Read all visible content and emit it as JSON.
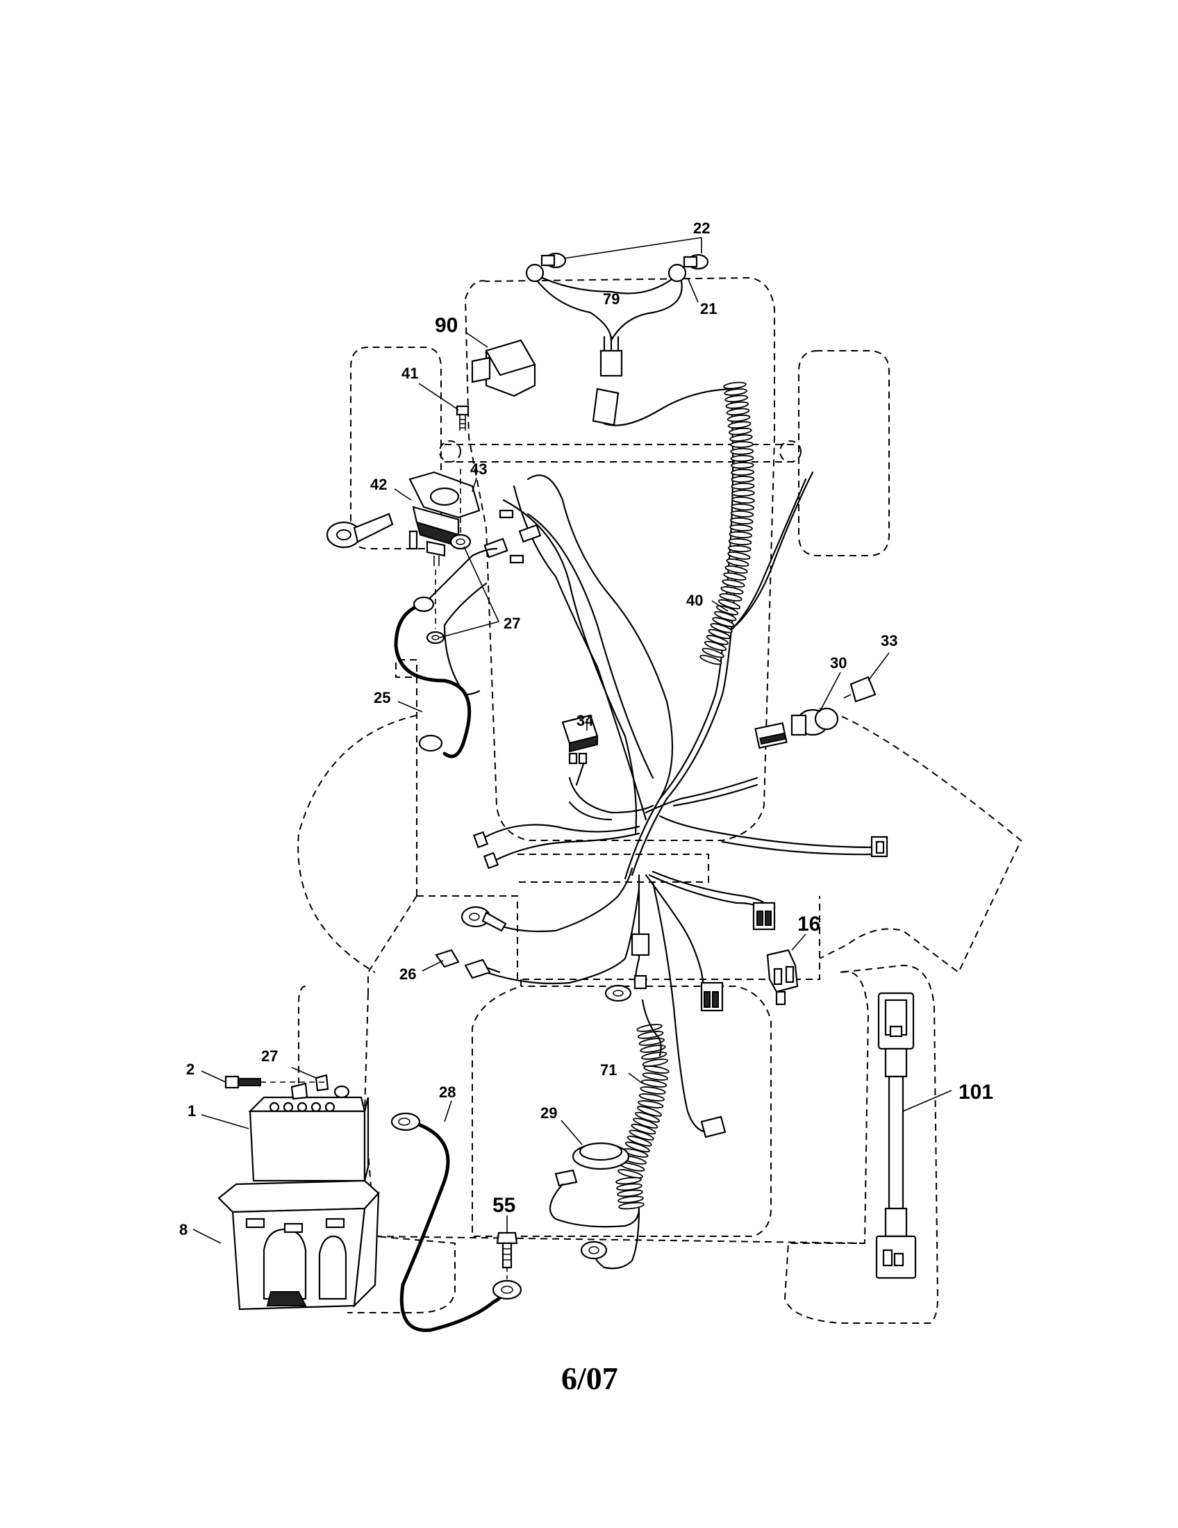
{
  "footer": {
    "date_code": "6/07"
  },
  "callouts": [
    {
      "id": "c22",
      "text": "22"
    },
    {
      "id": "c79",
      "text": "79"
    },
    {
      "id": "c21",
      "text": "21"
    },
    {
      "id": "c90",
      "text": "90"
    },
    {
      "id": "c41",
      "text": "41"
    },
    {
      "id": "c42",
      "text": "42"
    },
    {
      "id": "c43",
      "text": "43"
    },
    {
      "id": "c27a",
      "text": "27"
    },
    {
      "id": "c40",
      "text": "40"
    },
    {
      "id": "c33",
      "text": "33"
    },
    {
      "id": "c30",
      "text": "30"
    },
    {
      "id": "c25",
      "text": "25"
    },
    {
      "id": "c34",
      "text": "34"
    },
    {
      "id": "c16",
      "text": "16"
    },
    {
      "id": "c26",
      "text": "26"
    },
    {
      "id": "c2",
      "text": "2"
    },
    {
      "id": "c27b",
      "text": "27"
    },
    {
      "id": "c1",
      "text": "1"
    },
    {
      "id": "c28",
      "text": "28"
    },
    {
      "id": "c71",
      "text": "71"
    },
    {
      "id": "c29",
      "text": "29"
    },
    {
      "id": "c101",
      "text": "101"
    },
    {
      "id": "c55",
      "text": "55"
    },
    {
      "id": "c8",
      "text": "8"
    }
  ]
}
